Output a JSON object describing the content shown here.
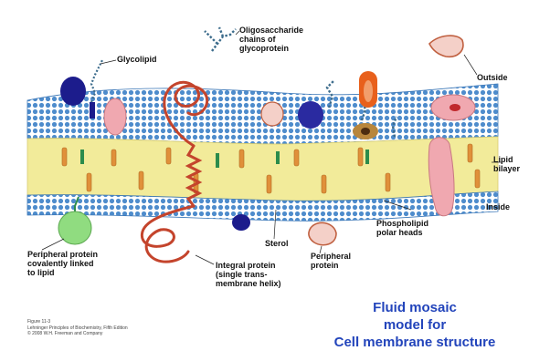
{
  "labels": {
    "glycolipid": "Glycolipid",
    "oligosaccharide": "Oligosaccharide\nchains of\nglycoprotein",
    "outside": "Outside",
    "lipid_bilayer": "Lipid\nbilayer",
    "inside": "Inside",
    "phospholipid": "Phospholipid\npolar heads",
    "sterol": "Sterol",
    "peripheral_protein": "Peripheral\nprotein",
    "integral_protein": "Integral protein\n(single trans-\nmembrane helix)",
    "peripheral_lipid": "Peripheral protein\ncovalently linked\nto lipid"
  },
  "caption": {
    "figure": "Figure 11-3",
    "credit": "Lehninger Principles of Biochemistry, Fifth Edition\n© 2008 W.H. Freeman and Company"
  },
  "title": "Fluid mosaic\nmodel for\nCell membrane structure",
  "colors": {
    "heads": "#6aa8dc",
    "core": "#f2eb9a",
    "tail": "#e0903a",
    "protein_pink": "#f0a8b0",
    "protein_navy": "#1c1c8c",
    "protein_green": "#90dc80",
    "helix": "#c4442c",
    "sugar": "#3c6c8c",
    "title": "#2244bb"
  }
}
